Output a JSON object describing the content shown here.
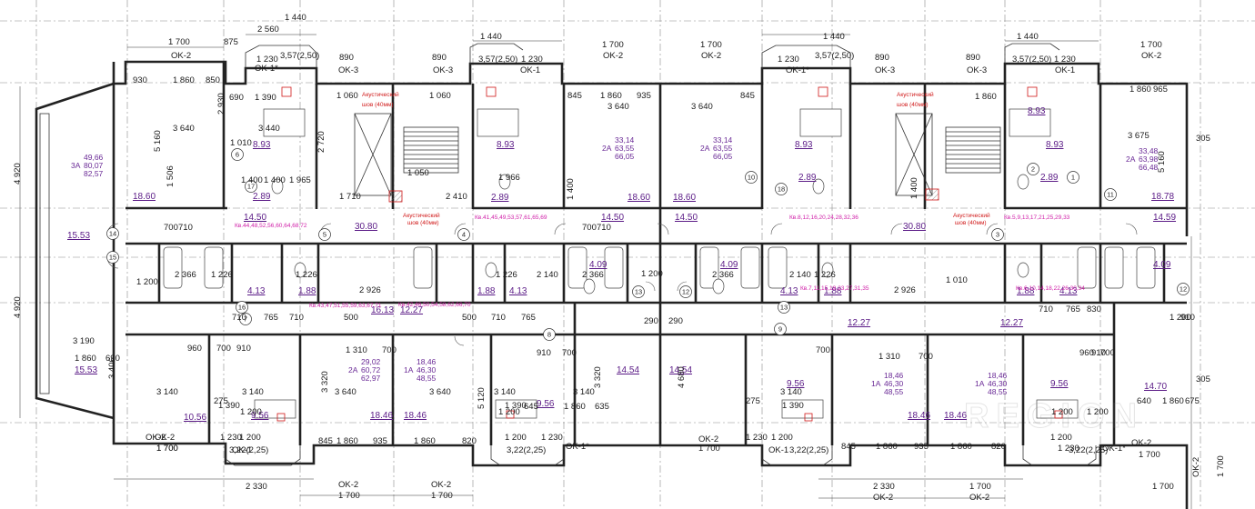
{
  "top_dims": [
    {
      "text": "1 440"
    },
    {
      "text": "2 560"
    },
    {
      "text": "1 700"
    },
    {
      "text": "OK-2"
    },
    {
      "text": "875"
    },
    {
      "text": "1 230"
    },
    {
      "text": "3,57(2,50)"
    },
    {
      "text": "OK-1*"
    },
    {
      "text": "890"
    },
    {
      "text": "OK-3"
    },
    {
      "text": "890"
    },
    {
      "text": "OK-3"
    },
    {
      "text": "1 440"
    },
    {
      "text": "3,57(2,50)"
    },
    {
      "text": "1 230"
    },
    {
      "text": "OK-1"
    },
    {
      "text": "1 700"
    },
    {
      "text": "OK-2"
    },
    {
      "text": "1 700"
    },
    {
      "text": "OK-2"
    },
    {
      "text": "1 440"
    },
    {
      "text": "1 230"
    },
    {
      "text": "3,57(2,50)"
    },
    {
      "text": "OK-1*"
    },
    {
      "text": "890"
    },
    {
      "text": "OK-3"
    },
    {
      "text": "890"
    },
    {
      "text": "OK-3"
    },
    {
      "text": "1 440"
    },
    {
      "text": "3,57(2,50)"
    },
    {
      "text": "1 230"
    },
    {
      "text": "OK-1"
    },
    {
      "text": "1 700"
    },
    {
      "text": "OK-2"
    }
  ],
  "bottom_dims": [
    {
      "text": "OK-2"
    },
    {
      "text": "1 700"
    },
    {
      "text": "1 230"
    },
    {
      "text": "1 200"
    },
    {
      "text": "OK-1"
    },
    {
      "text": "3,22(2,25)"
    },
    {
      "text": "845"
    },
    {
      "text": "1 860"
    },
    {
      "text": "935"
    },
    {
      "text": "1 860"
    },
    {
      "text": "820"
    },
    {
      "text": "1 200"
    },
    {
      "text": "1 230"
    },
    {
      "text": "3,22(2,25)"
    },
    {
      "text": "OK-1*"
    },
    {
      "text": "OK-2"
    },
    {
      "text": "1 700"
    },
    {
      "text": "OK-2"
    },
    {
      "text": "1 700"
    },
    {
      "text": "1 230"
    },
    {
      "text": "1 200"
    },
    {
      "text": "OK-1"
    },
    {
      "text": "3,22(2,25)"
    },
    {
      "text": "845"
    },
    {
      "text": "1 860"
    },
    {
      "text": "935"
    },
    {
      "text": "1 860"
    },
    {
      "text": "820"
    },
    {
      "text": "1 200"
    },
    {
      "text": "1 230"
    },
    {
      "text": "3,22(2,25)"
    },
    {
      "text": "OK-1*"
    },
    {
      "text": "OK-2"
    },
    {
      "text": "1 700"
    },
    {
      "text": "2 330"
    },
    {
      "text": "OK-2"
    },
    {
      "text": "1 700"
    },
    {
      "text": "OK-2"
    },
    {
      "text": "1 700"
    },
    {
      "text": "2 330"
    },
    {
      "text": "OK-2"
    },
    {
      "text": "1 700"
    },
    {
      "text": "OK-2"
    },
    {
      "text": "1 700"
    },
    {
      "text": "1 700"
    },
    {
      "text": "OK-2"
    }
  ],
  "areas": [
    {
      "text": "18.60"
    },
    {
      "text": "2.89"
    },
    {
      "text": "14.50"
    },
    {
      "text": "30.80"
    },
    {
      "text": "15.53"
    },
    {
      "text": "15.53"
    },
    {
      "text": "4.13"
    },
    {
      "text": "1.88"
    },
    {
      "text": "16.13"
    },
    {
      "text": "12.27"
    },
    {
      "text": "10.56"
    },
    {
      "text": "9.56"
    },
    {
      "text": "18.46"
    },
    {
      "text": "18.46"
    },
    {
      "text": "8.93"
    },
    {
      "text": "8.93"
    },
    {
      "text": "2.89"
    },
    {
      "text": "18.60"
    },
    {
      "text": "18.60"
    },
    {
      "text": "14.50"
    },
    {
      "text": "14.50"
    },
    {
      "text": "4.09"
    },
    {
      "text": "4.09"
    },
    {
      "text": "1.88"
    },
    {
      "text": "4.13"
    },
    {
      "text": "9.56"
    },
    {
      "text": "14.54"
    },
    {
      "text": "14.54"
    },
    {
      "text": "8.93"
    },
    {
      "text": "2.89"
    },
    {
      "text": "30.80"
    },
    {
      "text": "4.13"
    },
    {
      "text": "1.88"
    },
    {
      "text": "12.27"
    },
    {
      "text": "12.27"
    },
    {
      "text": "9.56"
    },
    {
      "text": "18.46"
    },
    {
      "text": "18.46"
    },
    {
      "text": "8.93"
    },
    {
      "text": "2.89"
    },
    {
      "text": "18.78"
    },
    {
      "text": "14.59"
    },
    {
      "text": "1.88"
    },
    {
      "text": "4.13"
    },
    {
      "text": "4.09"
    },
    {
      "text": "9.56"
    },
    {
      "text": "14.70"
    },
    {
      "text": "8.93"
    }
  ],
  "apartment_labels": [
    {
      "code": "3A",
      "l1": "49,66",
      "l2": "80,07",
      "l3": "82,57"
    },
    {
      "code": "2A",
      "l1": "33,14",
      "l2": "63,55",
      "l3": "66,05"
    },
    {
      "code": "2A",
      "l1": "33,14",
      "l2": "63,55",
      "l3": "66,05"
    },
    {
      "code": "2A",
      "l1": "33,48",
      "l2": "63,98",
      "l3": "66,48"
    },
    {
      "code": "2A",
      "l1": "29,02",
      "l2": "60,72",
      "l3": "62,97"
    },
    {
      "code": "1A",
      "l1": "18,46",
      "l2": "46,30",
      "l3": "48,55"
    },
    {
      "code": "1A",
      "l1": "18,46",
      "l2": "46,30",
      "l3": "48,55"
    },
    {
      "code": "1A",
      "l1": "18,46",
      "l2": "46,30",
      "l3": "48,55"
    }
  ],
  "apartment_numbers": [
    {
      "text": "Кв.44,48,52,56,60,64,68,72"
    },
    {
      "text": "Кв.41,45,49,53,57,61,65,69"
    },
    {
      "text": "Кв.8,12,16,20,24,28,32,36"
    },
    {
      "text": "Кв.5,9,13,17,21,25,29,33"
    },
    {
      "text": "Кв.43,47,51,55,59,63,67,71"
    },
    {
      "text": "Кв.42,46,50,54,58,62,66,70"
    },
    {
      "text": "Кв.7,11,15,19,23,27,31,35"
    },
    {
      "text": "Кв.6,10,14,18,22,26,30,34"
    }
  ],
  "notes": [
    {
      "text": "Акустический"
    },
    {
      "text": "шов (40мм)"
    },
    {
      "text": "Акустический"
    },
    {
      "text": "шов (40мм)"
    },
    {
      "text": "Акустический"
    },
    {
      "text": "шов (40мм)"
    },
    {
      "text": "Акустический"
    },
    {
      "text": "шов (40мм)"
    }
  ],
  "circles": [
    {
      "n": "14"
    },
    {
      "n": "15"
    },
    {
      "n": "5"
    },
    {
      "n": "4"
    },
    {
      "n": "16"
    },
    {
      "n": "6"
    },
    {
      "n": "7"
    },
    {
      "n": "17"
    },
    {
      "n": "13"
    },
    {
      "n": "12"
    },
    {
      "n": "8"
    },
    {
      "n": "9"
    },
    {
      "n": "10"
    },
    {
      "n": "11"
    },
    {
      "n": "3"
    },
    {
      "n": "2"
    },
    {
      "n": "1"
    },
    {
      "n": "18"
    },
    {
      "n": "13"
    },
    {
      "n": "12"
    }
  ],
  "inner_dims": [
    {
      "text": "930"
    },
    {
      "text": "1 860"
    },
    {
      "text": "850"
    },
    {
      "text": "690"
    },
    {
      "text": "1 390"
    },
    {
      "text": "3 640"
    },
    {
      "text": "3 440"
    },
    {
      "text": "1 060"
    },
    {
      "text": "1 060"
    },
    {
      "text": "845"
    },
    {
      "text": "1 860"
    },
    {
      "text": "935"
    },
    {
      "text": "845"
    },
    {
      "text": "3 640"
    },
    {
      "text": "3 640"
    },
    {
      "text": "1 860"
    },
    {
      "text": "965"
    },
    {
      "text": "3 675"
    },
    {
      "text": "2 926"
    },
    {
      "text": "2 926"
    },
    {
      "text": "3 190"
    },
    {
      "text": "1 860"
    },
    {
      "text": "690"
    },
    {
      "text": "3 140"
    },
    {
      "text": "3 140"
    },
    {
      "text": "3 640"
    },
    {
      "text": "3 640"
    },
    {
      "text": "3 140"
    },
    {
      "text": "3 140"
    },
    {
      "text": "3 140"
    },
    {
      "text": "1 310"
    },
    {
      "text": "700"
    },
    {
      "text": "1 310"
    },
    {
      "text": "700"
    },
    {
      "text": "1 200"
    },
    {
      "text": "1 200"
    },
    {
      "text": "1 010"
    },
    {
      "text": "1 010"
    },
    {
      "text": "1 860"
    },
    {
      "text": "4 920"
    },
    {
      "text": "4 920"
    },
    {
      "text": "5 160"
    },
    {
      "text": "5 160"
    },
    {
      "text": "3 320"
    },
    {
      "text": "3 320"
    },
    {
      "text": "4 680"
    },
    {
      "text": "3 406"
    },
    {
      "text": "5 120"
    },
    {
      "text": "2 930"
    },
    {
      "text": "2 720"
    },
    {
      "text": "910"
    },
    {
      "text": "290"
    },
    {
      "text": "290"
    },
    {
      "text": "305"
    },
    {
      "text": "305"
    },
    {
      "text": "1 390"
    },
    {
      "text": "1 390"
    },
    {
      "text": "1 390"
    },
    {
      "text": "1 226"
    },
    {
      "text": "1 226"
    },
    {
      "text": "1 226"
    },
    {
      "text": "1 226"
    },
    {
      "text": "2 366"
    },
    {
      "text": "2 366"
    },
    {
      "text": "2 366"
    },
    {
      "text": "2 140"
    },
    {
      "text": "2 140"
    },
    {
      "text": "1 710"
    },
    {
      "text": "2 410"
    },
    {
      "text": "700"
    },
    {
      "text": "710"
    },
    {
      "text": "700"
    },
    {
      "text": "710"
    },
    {
      "text": "710"
    },
    {
      "text": "765"
    },
    {
      "text": "710"
    },
    {
      "text": "710"
    },
    {
      "text": "765"
    },
    {
      "text": "710"
    },
    {
      "text": "765"
    },
    {
      "text": "830"
    },
    {
      "text": "500"
    },
    {
      "text": "500"
    },
    {
      "text": "275"
    },
    {
      "text": "275"
    },
    {
      "text": "640"
    },
    {
      "text": "1 860"
    },
    {
      "text": "675"
    },
    {
      "text": "645"
    },
    {
      "text": "1 860"
    },
    {
      "text": "635"
    },
    {
      "text": "960"
    },
    {
      "text": "700"
    },
    {
      "text": "910"
    },
    {
      "text": "910"
    },
    {
      "text": "700"
    },
    {
      "text": "910"
    },
    {
      "text": "700"
    },
    {
      "text": "960"
    },
    {
      "text": "700"
    },
    {
      "text": "1 965"
    },
    {
      "text": "1 400"
    },
    {
      "text": "1 506"
    },
    {
      "text": "1 400"
    },
    {
      "text": "1 966"
    },
    {
      "text": "1 050"
    },
    {
      "text": "1 400"
    },
    {
      "text": "1 400"
    },
    {
      "text": "1 200"
    },
    {
      "text": "1 200"
    },
    {
      "text": "1 200"
    },
    {
      "text": "1 200"
    },
    {
      "text": "1 200"
    }
  ],
  "watermark": "REGION"
}
